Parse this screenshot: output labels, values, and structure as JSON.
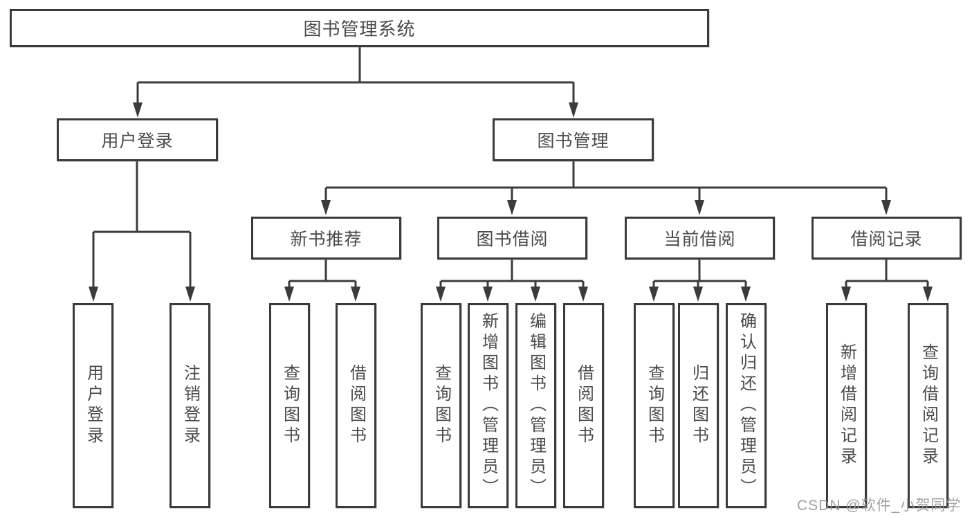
{
  "colors": {
    "line": "#3b3b3b",
    "border": "#3b3b3b",
    "text": "#4a4a4a",
    "background": "#ffffff",
    "watermark_text_color": "#969696"
  },
  "tree": {
    "root": {
      "label": "图书管理系统",
      "children": [
        {
          "label": "用户登录",
          "children": [
            {
              "label": "用户登录"
            },
            {
              "label": "注销登录"
            }
          ]
        },
        {
          "label": "图书管理",
          "children": [
            {
              "label": "新书推荐",
              "children": [
                {
                  "label": "查询图书"
                },
                {
                  "label": "借阅图书"
                }
              ]
            },
            {
              "label": "图书借阅",
              "children": [
                {
                  "label": "查询图书"
                },
                {
                  "label": "新增图书（管理员）"
                },
                {
                  "label": "编辑图书（管理员）"
                },
                {
                  "label": "借阅图书"
                }
              ]
            },
            {
              "label": "当前借阅",
              "children": [
                {
                  "label": "查询图书"
                },
                {
                  "label": "归还图书"
                },
                {
                  "label": "确认归还（管理员）"
                }
              ]
            },
            {
              "label": "借阅记录",
              "children": [
                {
                  "label": "新增借阅记录"
                },
                {
                  "label": "查询借阅记录"
                }
              ]
            }
          ]
        }
      ]
    }
  },
  "watermark": {
    "text": "CSDN @软件_小贺同学"
  }
}
